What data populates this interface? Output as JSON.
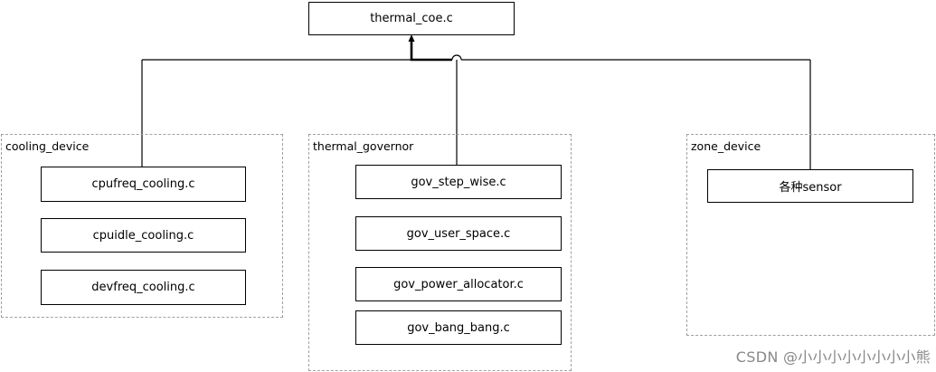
{
  "root": {
    "label": "thermal_coe.c"
  },
  "groups": [
    {
      "label": "cooling_device",
      "items": [
        "cpufreq_cooling.c",
        "cpuidle_cooling.c",
        "devfreq_cooling.c"
      ]
    },
    {
      "label": "thermal_governor",
      "items": [
        "gov_step_wise.c",
        "gov_user_space.c",
        "gov_power_allocator.c",
        "gov_bang_bang.c"
      ]
    },
    {
      "label": "zone_device",
      "items": [
        "各种sensor"
      ]
    }
  ],
  "watermark": "CSDN @小小小小小小小小熊"
}
